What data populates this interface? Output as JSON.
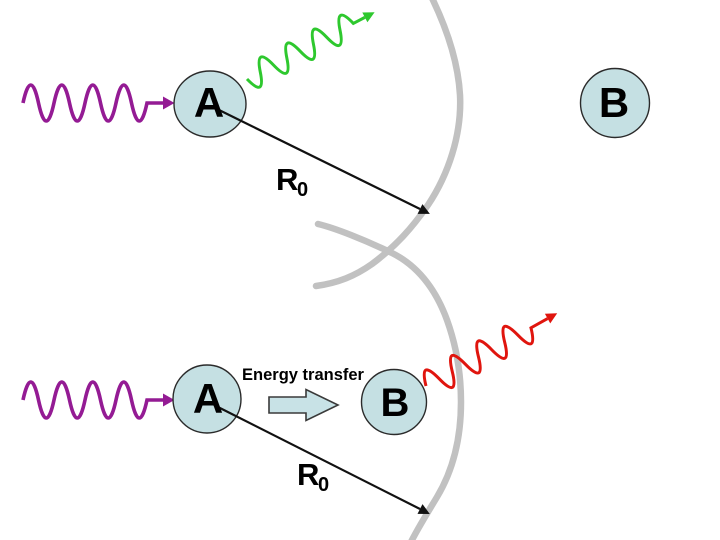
{
  "colors": {
    "background": "#FFFFFF",
    "excitation_wave": "#941B94",
    "donor_emission_wave": "#2EC82E",
    "acceptor_emission_wave": "#E0150E",
    "molecule_fill": "#C5E0E3",
    "molecule_outline": "#2B2B2B",
    "radius_arc": "#C1C1C1",
    "distance_arrow": "#111111",
    "transfer_arrow_fill": "#C8E2E6",
    "transfer_arrow_outline": "#3A3A3A",
    "text": "#000000"
  },
  "icons": {
    "excitation_wave": "purple-wavy-arrow",
    "donor_emission_wave": "green-wavy-arrow",
    "acceptor_emission_wave": "red-wavy-arrow",
    "radius_arc": "gray-arc",
    "transfer_arrow": "block-arrow-right"
  },
  "top_panel": {
    "donor_label": "A",
    "acceptor_label": "B",
    "radius_label": "R",
    "radius_sub": "0"
  },
  "bottom_panel": {
    "donor_label": "A",
    "acceptor_label": "B",
    "radius_label": "R",
    "radius_sub": "0",
    "transfer_label": "Energy transfer"
  }
}
